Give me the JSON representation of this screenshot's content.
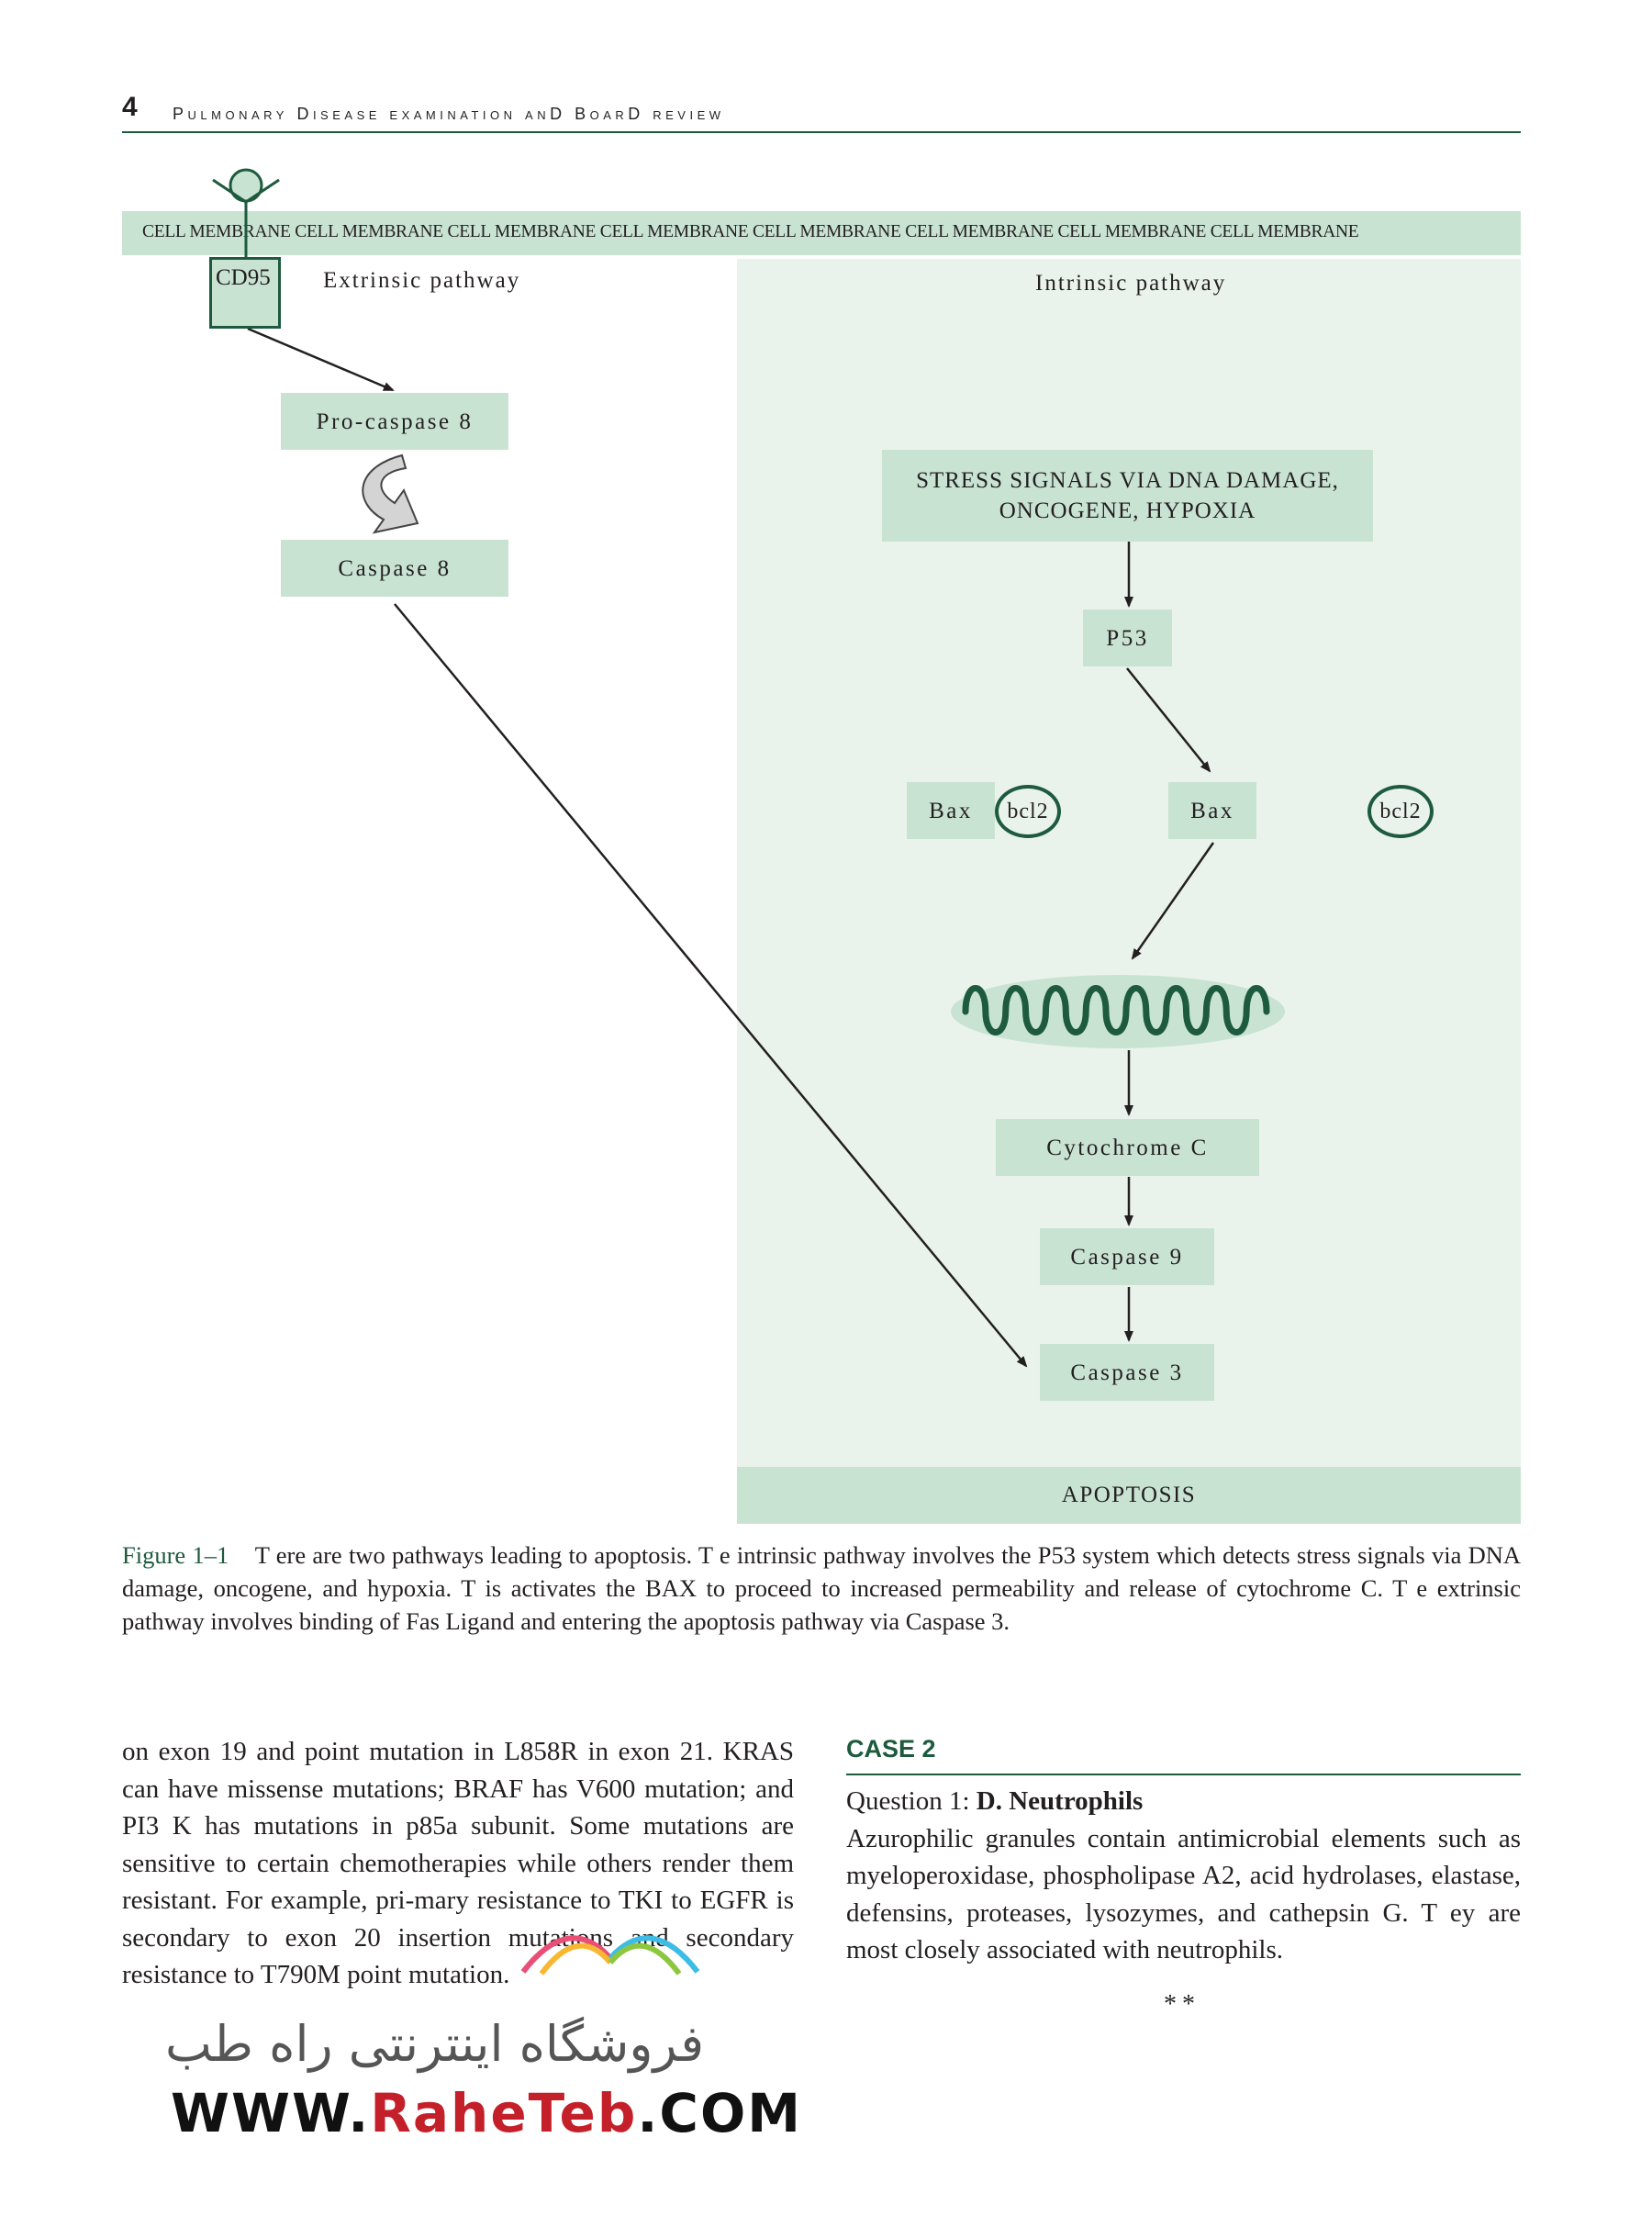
{
  "header": {
    "page_number": "4",
    "running_title": "Pulmonary Disease examination anD BoarD review"
  },
  "figure": {
    "membrane_text": "CELL MEMBRANE CELL MEMBRANE CELL MEMBRANE CELL MEMBRANE CELL MEMBRANE CELL MEMBRANE CELL MEMBRANE CELL MEMBRANE",
    "receptor": "CD95",
    "extrinsic_label": "Extrinsic pathway",
    "intrinsic_label": "Intrinsic pathway",
    "procaspase8": "Pro-caspase 8",
    "caspase8": "Caspase 8",
    "stress_line1": "STRESS SIGNALS VIA DNA DAMAGE,",
    "stress_line2": "ONCOGENE, HYPOXIA",
    "p53": "P53",
    "bax_left": "Bax",
    "bcl2_left": "bcl2",
    "bax_right": "Bax",
    "bcl2_right": "bcl2",
    "cytochrome": "Cytochrome C",
    "caspase9": "Caspase 9",
    "caspase3": "Caspase 3",
    "apoptosis": "APOPTOSIS",
    "colors": {
      "box_fill": "#c9e3d3",
      "panel_fill": "#e9f3ec",
      "accent_green": "#1d5a3e"
    }
  },
  "caption": {
    "label": "Figure 1–1",
    "text": "T  ere are two pathways leading to apoptosis. T  e intrinsic pathway involves the P53 system which detects stress signals via DNA damage, oncogene, and hypoxia. T  is activates the BAX to proceed to increased permeability and release of cytochrome C. T  e extrinsic pathway involves binding of Fas Ligand and entering the apoptosis pathway via Caspase 3."
  },
  "body": {
    "left_column": "on exon 19 and point mutation in L858R in exon 21. KRAS can have missense mutations; BRAF has V600 mutation; and PI3 K has mutations in p85a subunit. Some mutations are sensitive to certain chemotherapies while others render them resistant. For example, pri-mary resistance to TKI to EGFR is secondary to exon 20 insertion mutations and secondary resistance to T790M point mutation.",
    "case_title": "CASE 2",
    "question_label": "Question 1:",
    "answer": "D. Neutrophils",
    "right_text": "Azurophilic granules contain antimicrobial elements such as myeloperoxidase, phospholipase A2, acid hydrolases, elastase, defensins, proteases, lysozymes, and cathepsin G. T  ey are most closely associated with neutrophils.",
    "end_mark": "**"
  },
  "watermark": {
    "persian": "فروشگاه اینترنتی راه طب",
    "url_prefix": "WWW.",
    "url_brand": "RaheTeb",
    "url_suffix": ".COM"
  }
}
